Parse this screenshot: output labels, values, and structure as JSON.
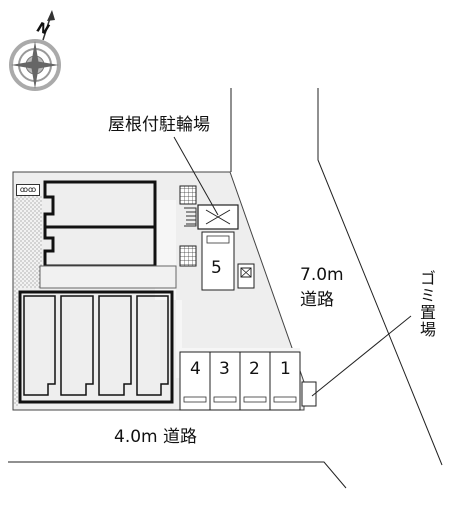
{
  "compass": {
    "north_label": "N",
    "icon": "compass-rose-icon"
  },
  "labels": {
    "bicycle_parking": "屋根付駐輪場",
    "road_east_width": "7.0m",
    "road_east_name": "道路",
    "garbage": "ゴミ置場",
    "road_south": "4.0m 道路"
  },
  "parking_spaces": [
    "5",
    "4",
    "3",
    "2",
    "1"
  ],
  "colors": {
    "line": "#222222",
    "site_fill": "#e9e9e9",
    "paved": "#f4f4f4",
    "building_wall": "#111111"
  }
}
